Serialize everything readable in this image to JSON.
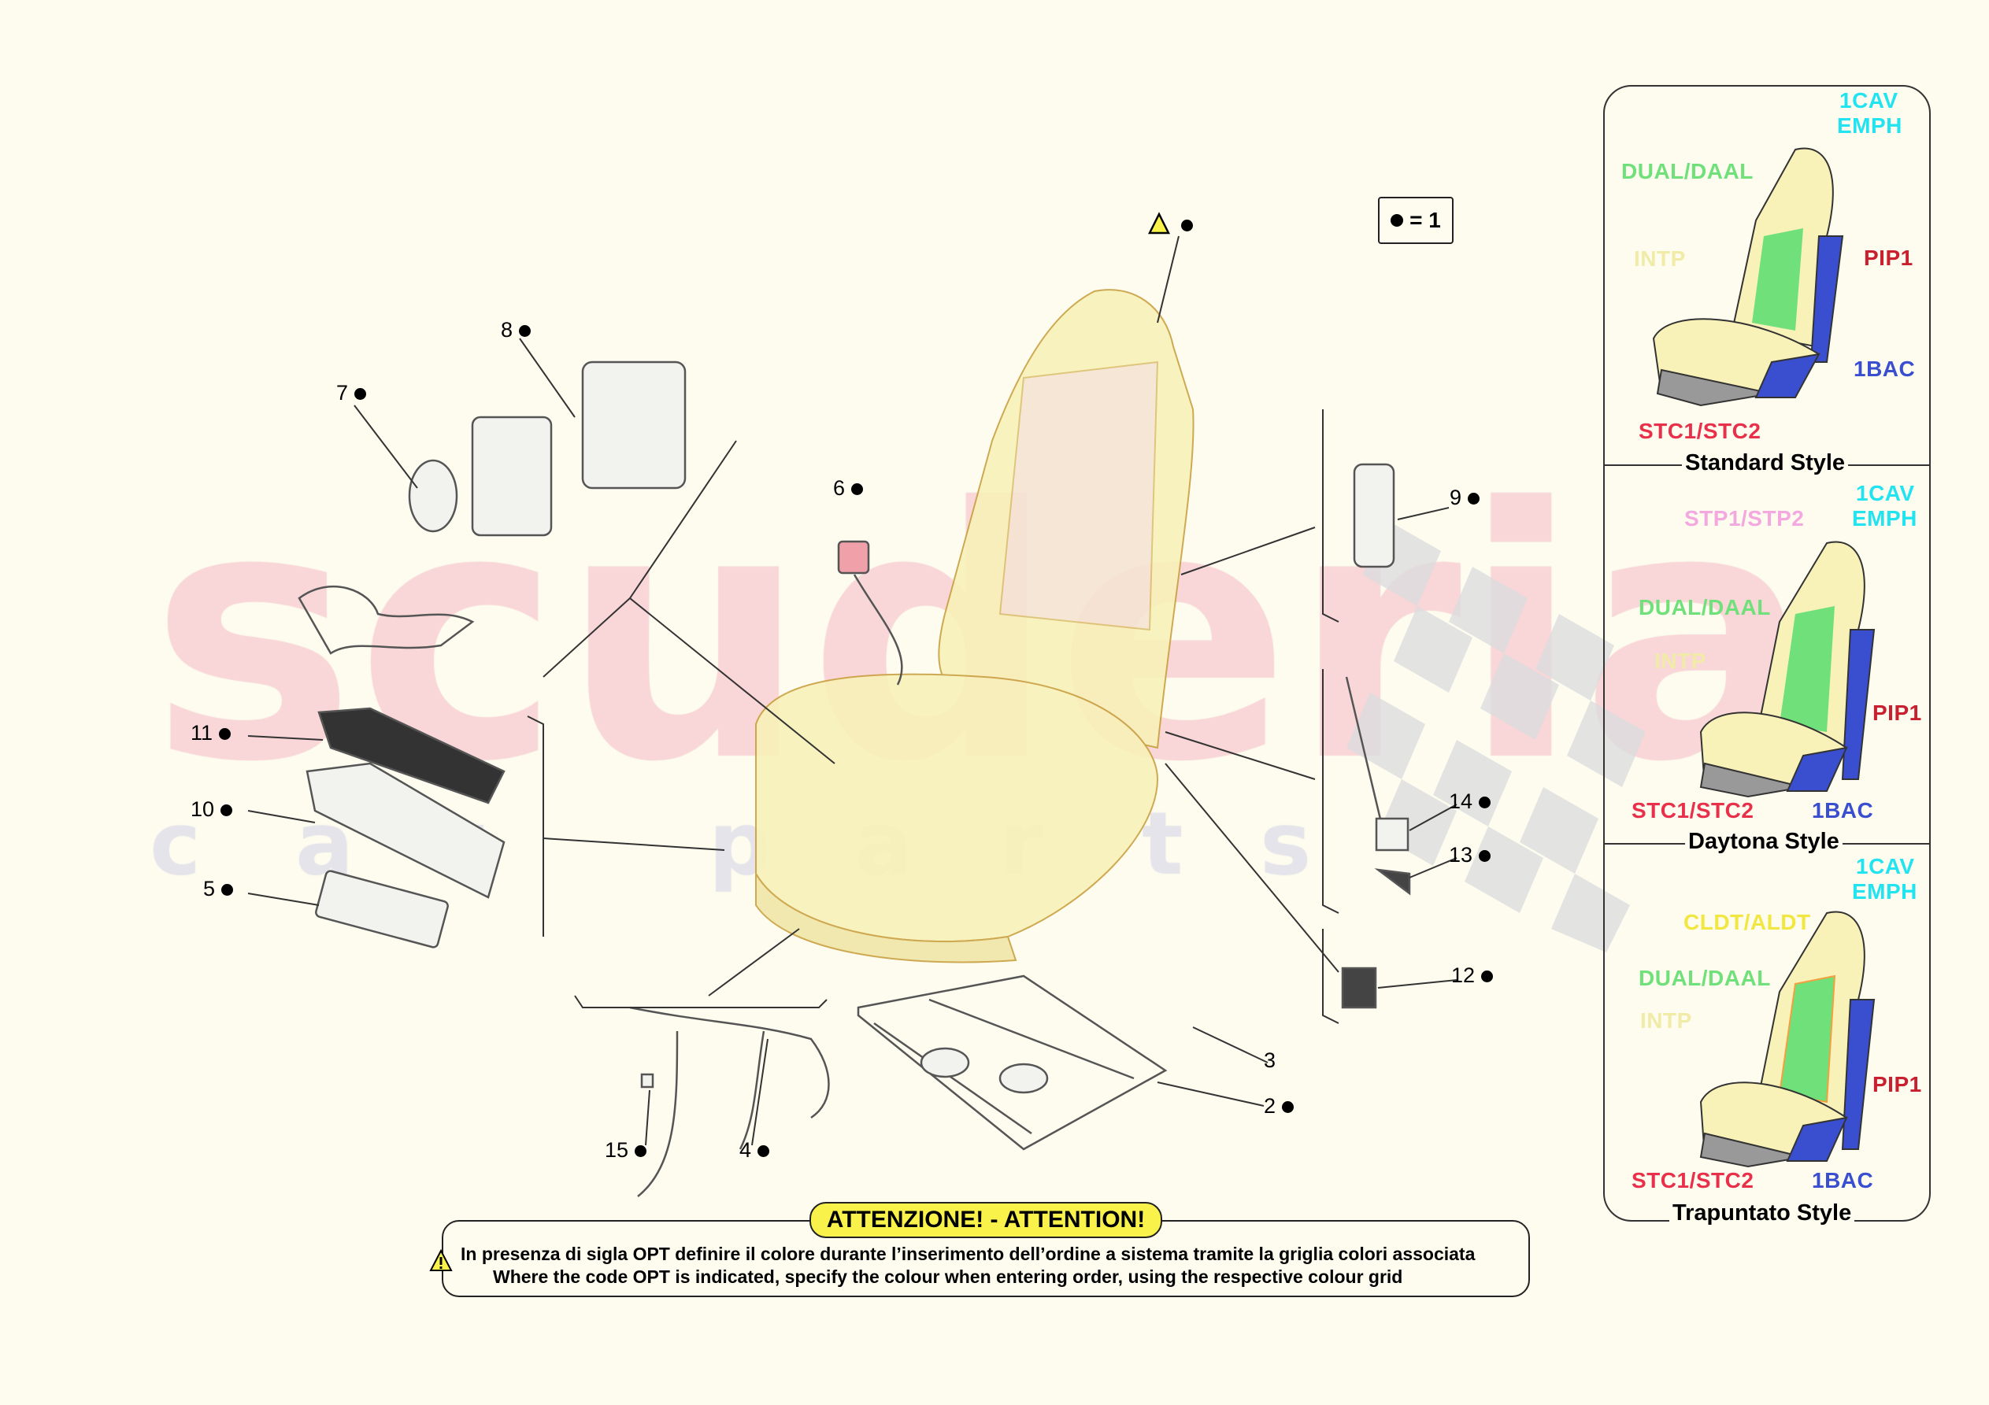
{
  "watermark": {
    "main": "scuderia",
    "sub": [
      "c",
      "a",
      "r",
      "p",
      "a",
      "r",
      "t",
      "s"
    ]
  },
  "legend": {
    "equals_label": "= 1"
  },
  "callouts": [
    {
      "id": "warning",
      "label": ""
    },
    {
      "id": "8",
      "label": "8"
    },
    {
      "id": "7",
      "label": "7"
    },
    {
      "id": "6",
      "label": "6"
    },
    {
      "id": "9",
      "label": "9"
    },
    {
      "id": "11",
      "label": "11"
    },
    {
      "id": "10",
      "label": "10"
    },
    {
      "id": "5",
      "label": "5"
    },
    {
      "id": "14",
      "label": "14"
    },
    {
      "id": "13",
      "label": "13"
    },
    {
      "id": "12",
      "label": "12"
    },
    {
      "id": "3",
      "label": "3"
    },
    {
      "id": "2",
      "label": "2"
    },
    {
      "id": "15",
      "label": "15"
    },
    {
      "id": "4",
      "label": "4"
    }
  ],
  "styles": [
    {
      "title": "Standard Style",
      "labels": {
        "cav": "1CAV",
        "emph": "EMPH",
        "dual": "DUAL/DAAL",
        "intp": "INTP",
        "pip": "PIP1",
        "bac": "1BAC",
        "stc": "STC1/STC2"
      }
    },
    {
      "title": "Daytona Style",
      "labels": {
        "cav": "1CAV",
        "emph": "EMPH",
        "extra": "STP1/STP2",
        "dual": "DUAL/DAAL",
        "intp": "INTP",
        "pip": "PIP1",
        "stc": "STC1/STC2",
        "bac": "1BAC"
      }
    },
    {
      "title": "Trapuntato Style",
      "labels": {
        "cav": "1CAV",
        "emph": "EMPH",
        "extra": "CLDT/ALDT",
        "dual": "DUAL/DAAL",
        "intp": "INTP",
        "pip": "PIP1",
        "stc": "STC1/STC2",
        "bac": "1BAC"
      }
    }
  ],
  "colors": {
    "cyan": "#22e3f0",
    "green": "#6fe07a",
    "red": "#c8202e",
    "pink_red": "#e8304a",
    "blue": "#3a4fd0",
    "faint": "#f1eba8",
    "pink": "#f4a8e0",
    "yellow": "#f2e640",
    "seat": "#f8f1b8"
  },
  "attention": {
    "title": "ATTENZIONE! - ATTENTION!",
    "line_it": "In presenza di sigla OPT definire il colore durante l’inserimento dell’ordine a sistema tramite la griglia colori associata",
    "line_en": "Where the code OPT is indicated, specify the colour when entering order, using the respective colour grid"
  }
}
